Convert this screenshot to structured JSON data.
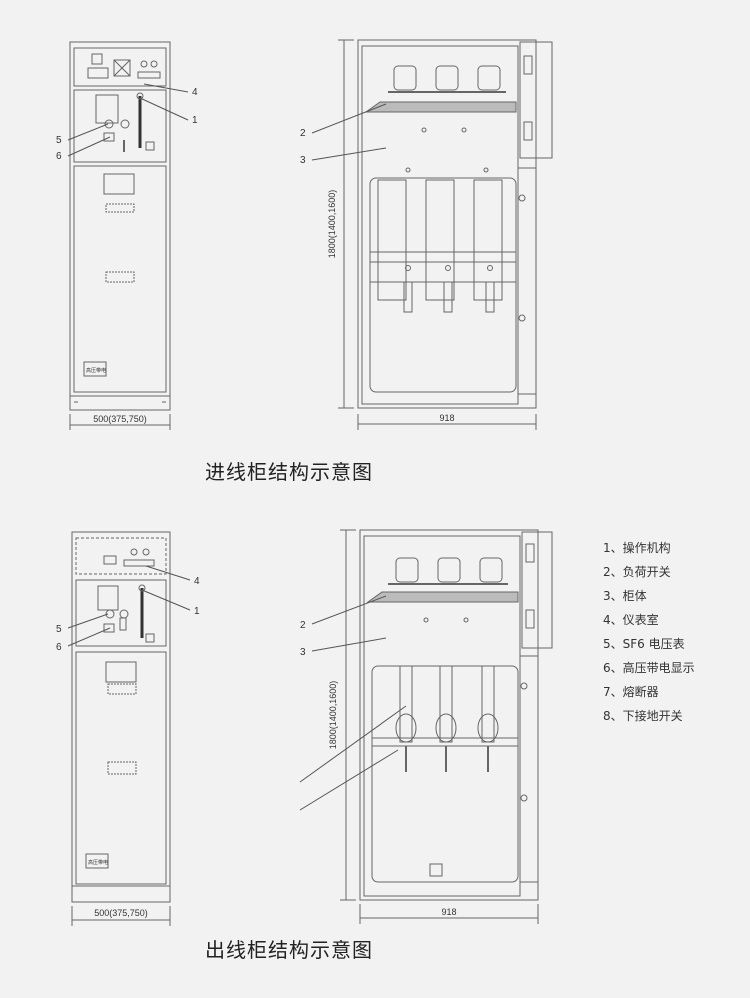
{
  "inlet": {
    "caption": "进线柜结构示意图",
    "callouts": [
      "4",
      "1",
      "5",
      "6",
      "2",
      "3"
    ],
    "dims": {
      "width_front": "500(375,750)",
      "height": "1800(1400,1600)",
      "width_side": "918"
    },
    "plate": "高压带电"
  },
  "outlet": {
    "caption": "出线柜结构示意图",
    "callouts": [
      "4",
      "1",
      "5",
      "6",
      "2",
      "3"
    ],
    "dims": {
      "width_front": "500(375,750)",
      "height": "1800(1400,1600)",
      "width_side": "918"
    },
    "plate": "高压带电"
  },
  "legend": [
    "1、操作机构",
    "2、负荷开关",
    "3、柜体",
    "4、仪表室",
    "5、SF6 电压表",
    "6、高压带电显示",
    "7、熔断器",
    "8、下接地开关"
  ]
}
